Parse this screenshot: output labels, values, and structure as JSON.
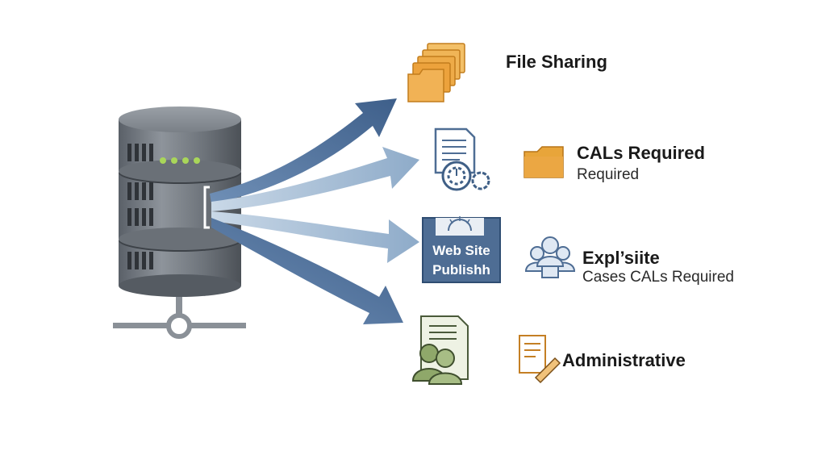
{
  "items": [
    {
      "title": "File Sharing",
      "subtitle": "",
      "icon": "folders-stack-icon"
    },
    {
      "title": "CALs Required",
      "subtitle": "Required",
      "icon": "document-gears-icon",
      "badge_icon": "folder-icon"
    },
    {
      "title": "Expl’siite",
      "subtitle": "Cases CALs Required",
      "icon": "web-site-publish-icon",
      "badge_icon": "user-group-icon"
    },
    {
      "title": "Administrative",
      "subtitle": "",
      "icon": "scroll-user-icon",
      "badge_icon": "document-pen-icon"
    }
  ],
  "web_icon": {
    "line1": "Web Site",
    "line2": "Publishh"
  },
  "colors": {
    "server_body": "#6f757c",
    "server_dark": "#3d4248",
    "server_led": "#a9d65a",
    "arrow_dark": "#4a6a94",
    "arrow_light": "#9bb7d3",
    "folder_orange": "#e8a53a",
    "doc_blue": "#4e6d94",
    "green_icon": "#8fa86a"
  }
}
